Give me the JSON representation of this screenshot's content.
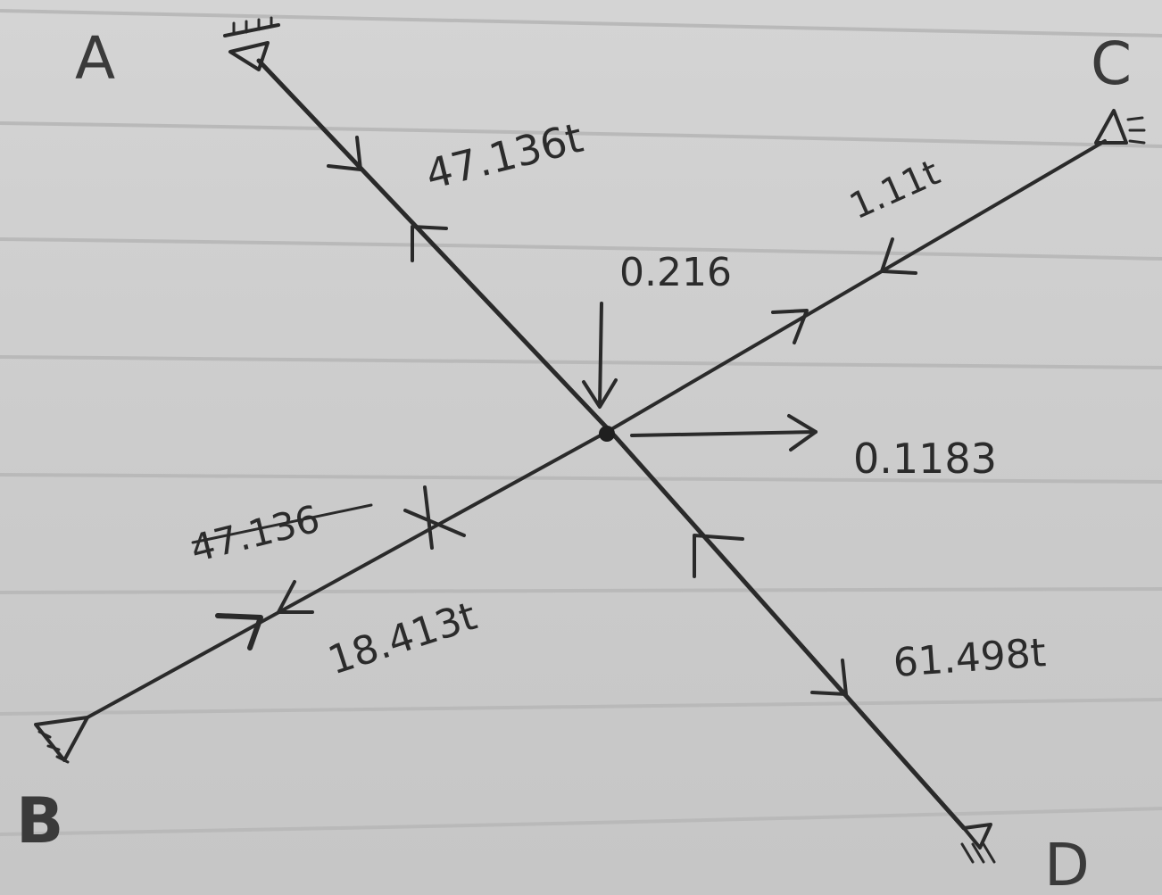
{
  "nodes": {
    "a": "A",
    "b": "B",
    "c": "C",
    "d": "D"
  },
  "loads": {
    "ac_top": "47.136t",
    "cd_top": "1.11t",
    "vertical": "0.216",
    "horizontal": "0.1183",
    "left_struck": "47.136",
    "left_lower": "18.413t",
    "bottom_right": "61.498t"
  },
  "colors": {
    "paper": "#cfcfcf",
    "ink": "#2a2a2a",
    "rule": "#b9b9b9"
  }
}
